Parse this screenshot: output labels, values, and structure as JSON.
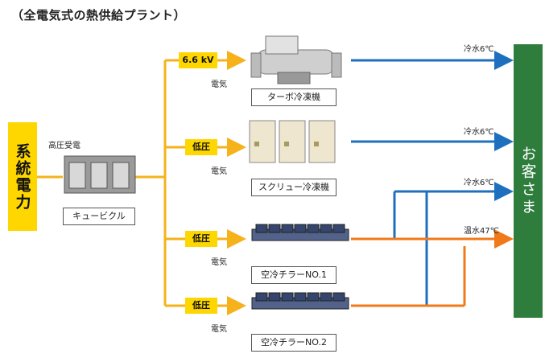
{
  "title": "（全電気式の熱供給プラント）",
  "source": "系統電力",
  "customer": "お客さま",
  "receiving_label": "高圧受電",
  "cubicle_label": "キュービクル",
  "branches": [
    {
      "voltage": "6.6 kV",
      "power_label": "電気",
      "equipment": "ターボ冷凍機",
      "output": "冷水6℃"
    },
    {
      "voltage": "低圧",
      "power_label": "電気",
      "equipment": "スクリュー冷凍機",
      "output": "冷水6℃"
    },
    {
      "voltage": "低圧",
      "power_label": "電気",
      "equipment": "空冷チラーNO.1",
      "output": "冷水6℃"
    },
    {
      "voltage": "低圧",
      "power_label": "電気",
      "equipment": "空冷チラーNO.2",
      "output": "温水47℃"
    }
  ],
  "colors": {
    "power": "#f5b21b",
    "cold_water": "#1f6fbf",
    "hot_water": "#f07a1a",
    "customer": "#2e7d3c",
    "source": "#ffd700"
  }
}
